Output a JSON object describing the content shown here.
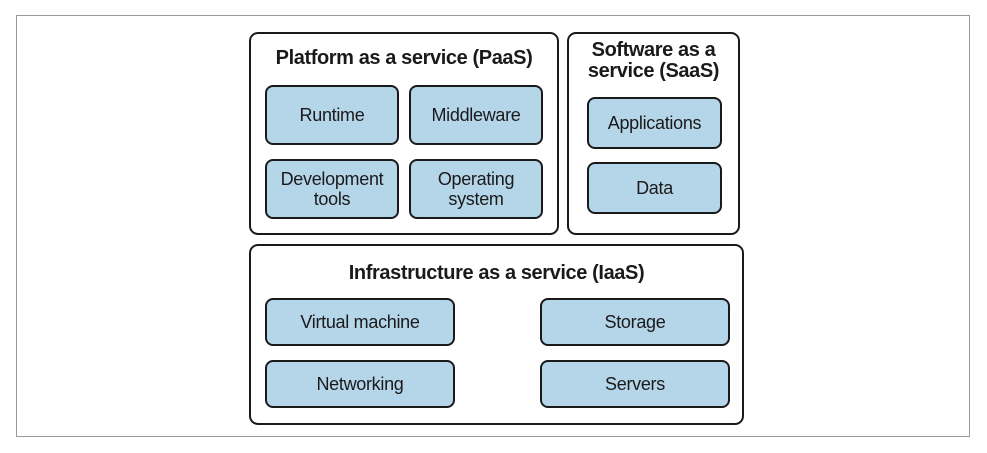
{
  "paas": {
    "title": "Platform as a service (PaaS)",
    "items": [
      "Runtime",
      "Middleware",
      "Development tools",
      "Operating system"
    ]
  },
  "saas": {
    "title": "Software as a service (SaaS)",
    "items": [
      "Applications",
      "Data"
    ]
  },
  "iaas": {
    "title": "Infrastructure as a service (IaaS)",
    "items": [
      "Virtual machine",
      "Storage",
      "Networking",
      "Servers"
    ]
  },
  "colors": {
    "box_fill": "#b5d5e9",
    "stroke": "#1a1a1a",
    "frame_border": "#9a9a9a"
  }
}
